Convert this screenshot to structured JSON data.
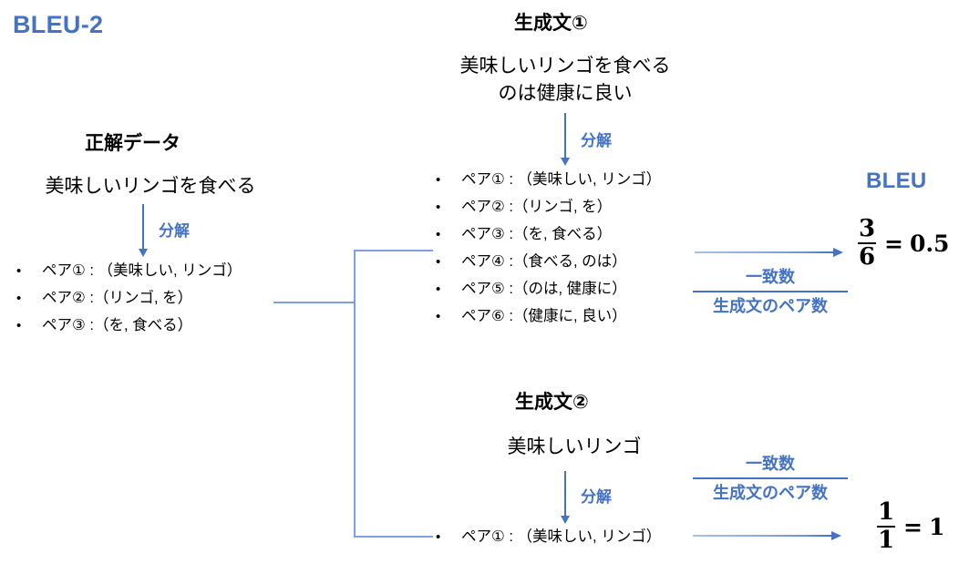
{
  "page": {
    "title": "BLEU-2",
    "accent_color": "#4472C4",
    "line_color": "#7EA0DB",
    "background": "#ffffff"
  },
  "reference": {
    "heading": "正解データ",
    "sentence": "美味しいリンゴを食べる",
    "arrow_label": "分解",
    "pairs": [
      "ペア① : （美味しい, リンゴ）",
      "ペア② :（リンゴ, を）",
      "ペア③ :（を, 食べる）"
    ]
  },
  "candidate1": {
    "heading": "生成文①",
    "sentence_line1": "美味しいリンゴを食べる",
    "sentence_line2": "のは健康に良い",
    "arrow_label": "分解",
    "pairs": [
      "ペア① : （美味しい, リンゴ）",
      "ペア② :（リンゴ, を）",
      "ペア③ :（を, 食べる）",
      "ペア④ :（食べる, のは）",
      "ペア⑤ :（のは, 健康に）",
      "ペア⑥ :（健康に, 良い）"
    ],
    "formula": {
      "numerator_label": "一致数",
      "denominator_label": "生成文のペア数",
      "numerator": "3",
      "denominator": "6",
      "equals": "=",
      "result": "0.5"
    }
  },
  "candidate2": {
    "heading": "生成文②",
    "sentence_line1": "美味しいリンゴ",
    "arrow_label": "分解",
    "pairs": [
      "ペア① : （美味しい, リンゴ）"
    ],
    "formula": {
      "numerator_label": "一致数",
      "denominator_label": "生成文のペア数",
      "numerator": "1",
      "denominator": "1",
      "equals": "=",
      "result": "1"
    }
  },
  "bleu_label": "BLEU"
}
